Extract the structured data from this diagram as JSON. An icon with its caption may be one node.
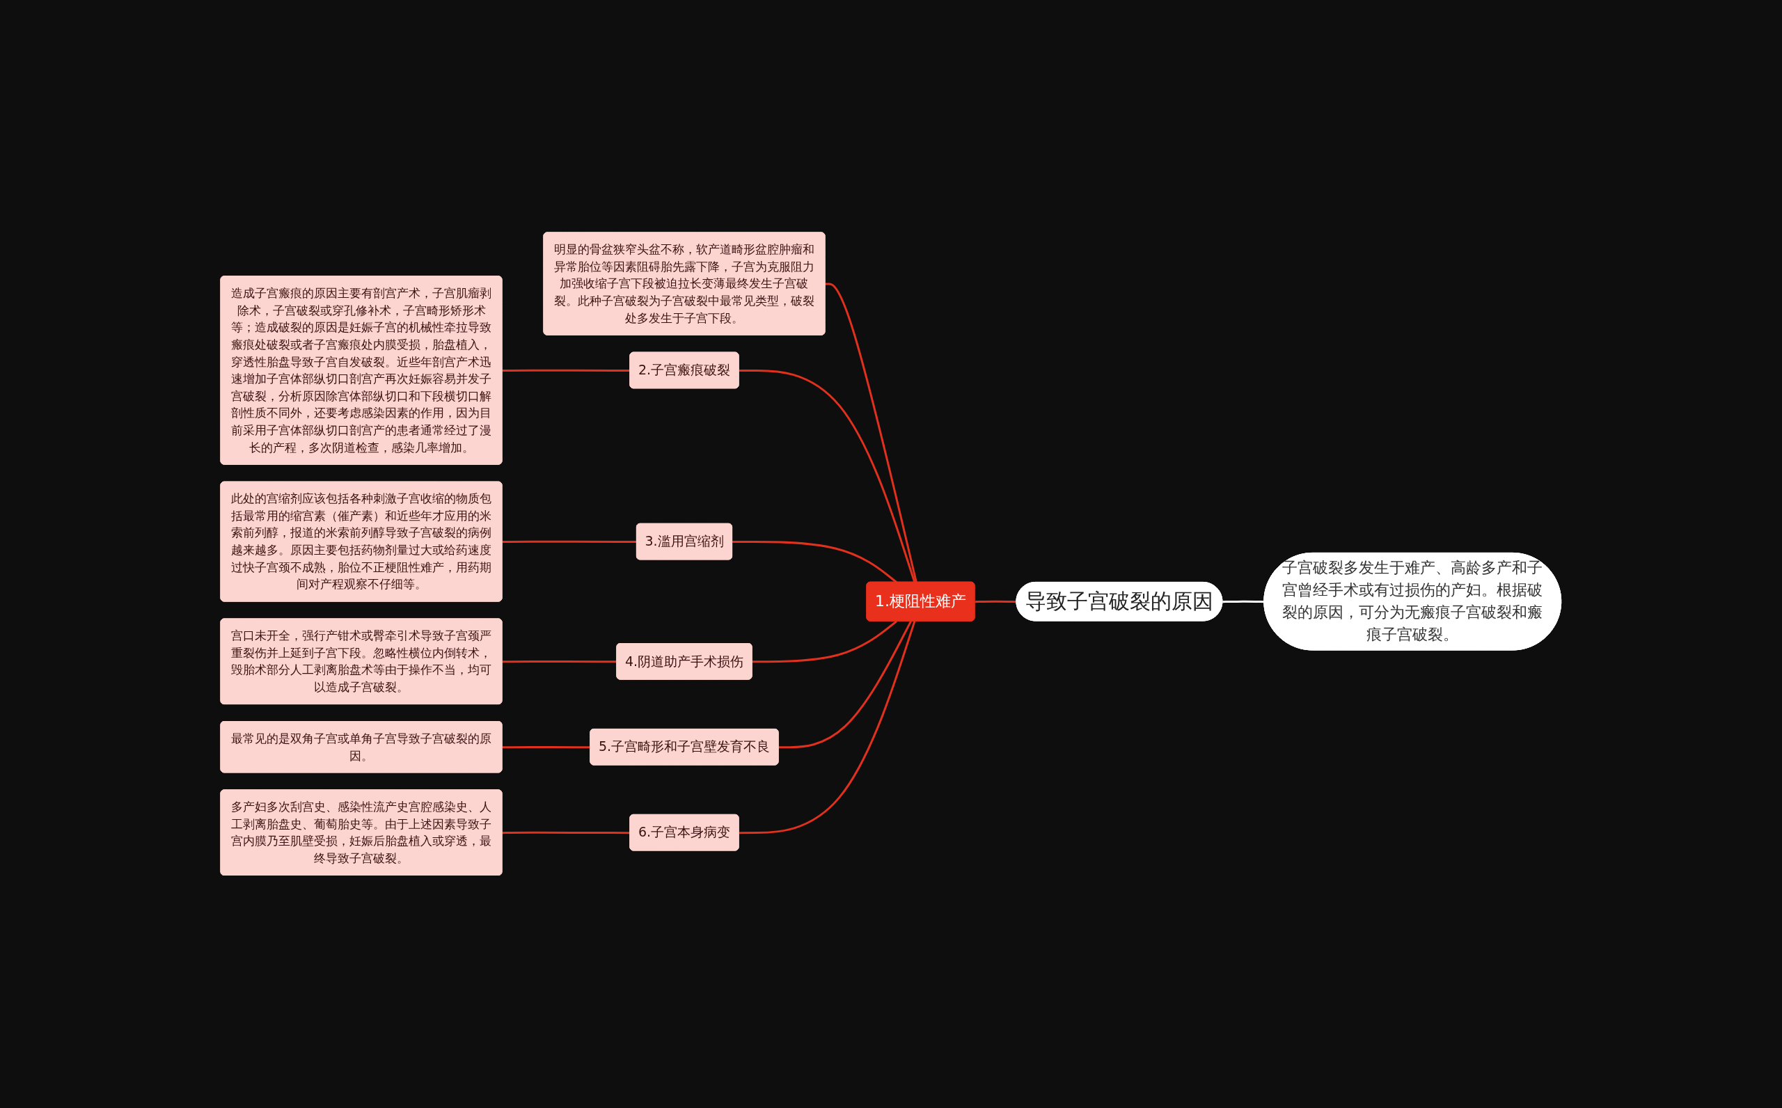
{
  "diagram": {
    "nodes": [
      {
        "text": [
          "导致子宫破裂的原因"
        ]
      },
      {
        "text": [
          "子宫破裂多发生于难产、高龄多产和子宫曾经手术或有过损伤的产妇。根据破裂的原因，可分为无瘢痕子宫破裂和瘢痕子宫破裂。"
        ]
      },
      {
        "text": [
          "1.梗阻性难产"
        ]
      },
      {
        "text": [
          "明显的骨盆狭窄头盆不称，软产道畸形盆腔肿瘤和异常胎位等因素阻碍胎先露下降，子宫为克服阻力加强收缩子宫下段被迫拉长变薄最终发生子宫破裂。此种子宫破裂为子宫破裂中最常见类型，破裂处多发生于子宫下段。"
        ]
      },
      {
        "text": [
          "2.子宫瘢痕破裂"
        ]
      },
      {
        "text": [
          "造成子宫瘢痕的原因主要有剖宫产术，子宫肌瘤剥除术，子宫破裂或穿孔修补术，子宫畸形矫形术等；造成破裂的原因是妊娠子宫的机械性牵拉导致瘢痕处破裂或者子宫瘢痕处内膜受损，胎盘植入，穿透性胎盘导致子宫自发破裂。近些年剖宫产术迅速增加子宫体部纵切口剖宫产再次妊娠容易并发子宫破裂，分析原因除宫体部纵切口和下段横切口解剖性质不同外，还要考虑感染因素的作用，因为目前采用子宫体部纵切口剖宫产的患者通常经过了漫长的产程，多次阴道检查，感染几率增加。"
        ]
      },
      {
        "text": [
          "3.滥用宫缩剂"
        ]
      },
      {
        "text": [
          "此处的宫缩剂应该包括各种刺激子宫收缩的物质包括最常用的缩宫素（催产素）和近些年才应用的米索前列醇，报道的米索前列醇导致子宫破裂的病例越来越多。原因主要包括药物剂量过大或给药速度过快子宫颈不成熟，胎位不正梗阻性难产，用药期间对产程观察不仔细等。"
        ]
      },
      {
        "text": [
          "4.阴道助产手术损伤"
        ]
      },
      {
        "text": [
          "宫口未开全，强行产钳术或臀牵引术导致子宫颈严重裂伤并上延到子宫下段。忽略性横位内倒转术，毁胎术部分人工剥离胎盘术等由于操作不当，均可以造成子宫破裂。"
        ]
      },
      {
        "text": [
          "5.子宫畸形和子宫壁发育不良"
        ]
      },
      {
        "text": [
          "最常见的是双角子宫或单角子宫导致子宫破裂的原因。"
        ]
      },
      {
        "text": [
          "6.子宫本身病变"
        ]
      },
      {
        "text": [
          "多产妇多次刮宫史、感染性流产史宫腔感染史、人工剥离胎盘史、葡萄胎史等。由于上述因素导致子宫内膜乃至肌壁受损，妊娠后胎盘植入或穿透，最终导致子宫破裂。"
        ]
      }
    ],
    "edges": [
      {
        "from": 0,
        "to": 1,
        "arrow": "none",
        "color": "#ffffff"
      },
      {
        "from": 0,
        "to": 2,
        "arrow": "none"
      },
      {
        "from": 2,
        "to": 3,
        "arrow": "none"
      },
      {
        "from": 2,
        "to": 4,
        "arrow": "none"
      },
      {
        "from": 4,
        "to": 5,
        "arrow": "none"
      },
      {
        "from": 2,
        "to": 6,
        "arrow": "none"
      },
      {
        "from": 6,
        "to": 7,
        "arrow": "none"
      },
      {
        "from": 2,
        "to": 8,
        "arrow": "none"
      },
      {
        "from": 8,
        "to": 9,
        "arrow": "none"
      },
      {
        "from": 2,
        "to": 10,
        "arrow": "none"
      },
      {
        "from": 10,
        "to": 11,
        "arrow": "none"
      },
      {
        "from": 2,
        "to": 12,
        "arrow": "none"
      },
      {
        "from": 12,
        "to": 13,
        "arrow": "none"
      }
    ]
  }
}
